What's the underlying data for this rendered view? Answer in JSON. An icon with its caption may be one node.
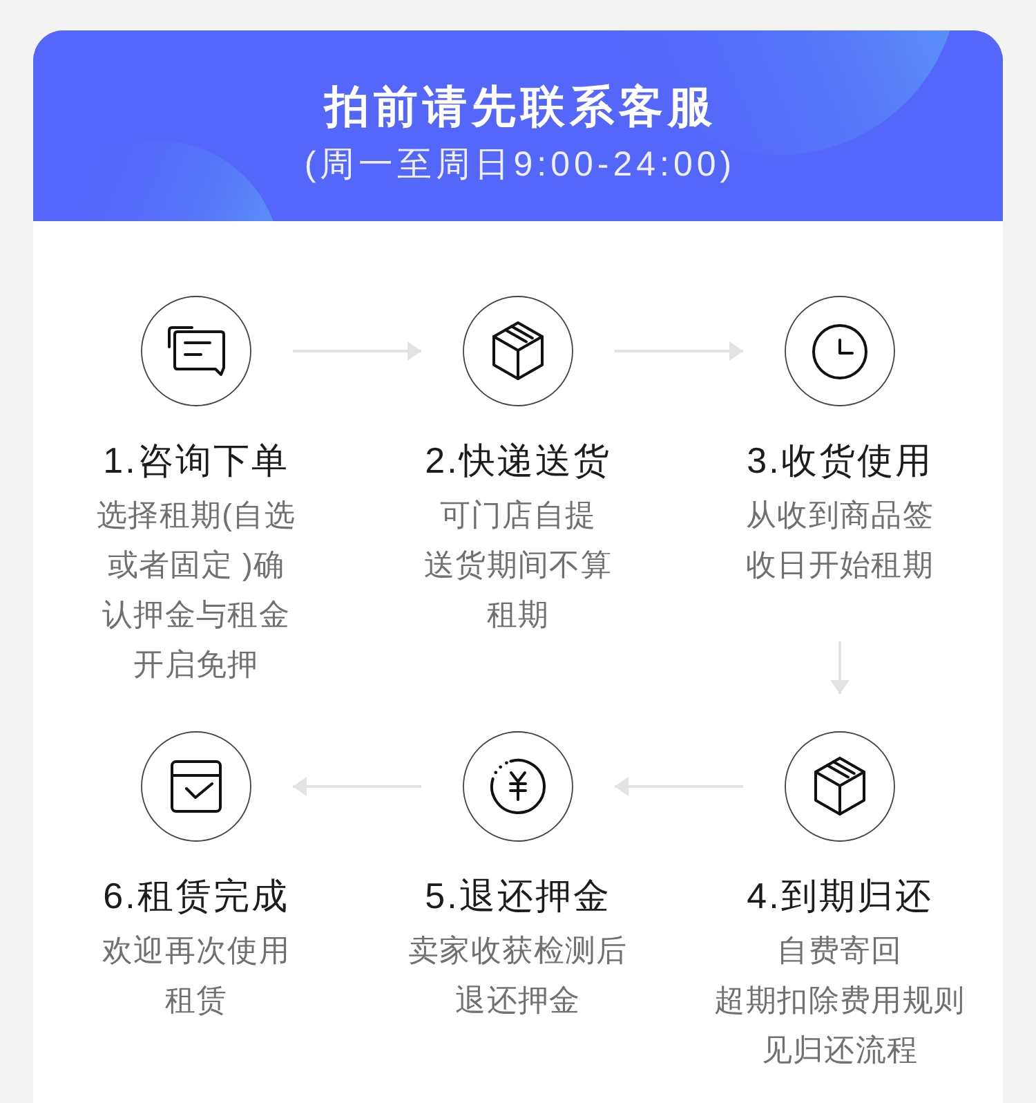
{
  "diagram": {
    "title": "拍前请先联系客服",
    "nodes": [
      {
        "text": [
          "1.咨询下单",
          "选择租期(自选或者固定 )确认押金与租金开启免押"
        ]
      },
      {
        "text": [
          "2.快递送货",
          "可门店自提",
          "送货期间不算租期"
        ]
      },
      {
        "text": [
          "3.收货使用",
          "从收到商品签收日开始租期"
        ]
      },
      {
        "text": [
          "4.到期归还",
          "自费寄回",
          "超期扣除费用规则见归还流程"
        ]
      },
      {
        "text": [
          "5.退还押金",
          "卖家收获检测后退还押金"
        ]
      },
      {
        "text": [
          "6.租赁完成",
          "欢迎再次使用租赁"
        ]
      }
    ],
    "edges": [
      {
        "from": 0,
        "to": 1,
        "arrow": "to"
      },
      {
        "from": 1,
        "to": 2,
        "arrow": "to"
      },
      {
        "from": 2,
        "to": 3,
        "arrow": "to"
      },
      {
        "from": 3,
        "to": 4,
        "arrow": "to"
      },
      {
        "from": 4,
        "to": 5,
        "arrow": "to"
      }
    ],
    "labels": [
      "(周一至周日9:00-24:00)"
    ]
  }
}
